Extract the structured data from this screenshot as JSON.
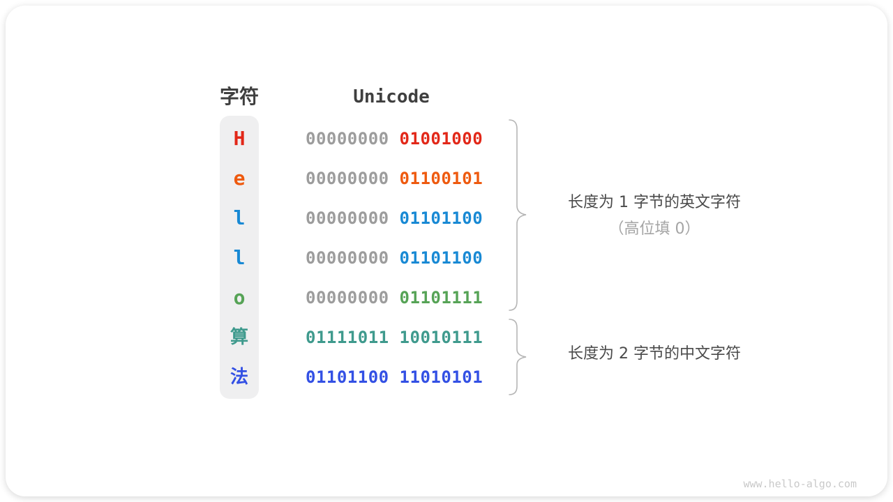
{
  "colors": {
    "text_dark": "#3f3f3f",
    "byte_gray": "#9c9c9c",
    "annotation_dark": "#4a4a4a",
    "annotation_gray": "#a5a5a5",
    "brace": "#b5b5b5",
    "column_bg": "#efeff0",
    "watermark": "#c9c9c9",
    "red": "#e22718",
    "orange": "#ee5a0f",
    "blue": "#1889d4",
    "green": "#56a356",
    "teal": "#3f9a8d",
    "royal_blue": "#3350e4"
  },
  "header": {
    "char_label": "字符",
    "unicode_label": "Unicode"
  },
  "rows": [
    {
      "char": "H",
      "cjk": false,
      "char_color": "#e22718",
      "byte1": "00000000",
      "byte1_color": "#9c9c9c",
      "byte2": "01001000",
      "byte2_color": "#e22718"
    },
    {
      "char": "e",
      "cjk": false,
      "char_color": "#ee5a0f",
      "byte1": "00000000",
      "byte1_color": "#9c9c9c",
      "byte2": "01100101",
      "byte2_color": "#ee5a0f"
    },
    {
      "char": "l",
      "cjk": false,
      "char_color": "#1889d4",
      "byte1": "00000000",
      "byte1_color": "#9c9c9c",
      "byte2": "01101100",
      "byte2_color": "#1889d4"
    },
    {
      "char": "l",
      "cjk": false,
      "char_color": "#1889d4",
      "byte1": "00000000",
      "byte1_color": "#9c9c9c",
      "byte2": "01101100",
      "byte2_color": "#1889d4"
    },
    {
      "char": "o",
      "cjk": false,
      "char_color": "#56a356",
      "byte1": "00000000",
      "byte1_color": "#9c9c9c",
      "byte2": "01101111",
      "byte2_color": "#56a356"
    },
    {
      "char": "算",
      "cjk": true,
      "char_color": "#3f9a8d",
      "byte1": "01111011",
      "byte1_color": "#3f9a8d",
      "byte2": "10010111",
      "byte2_color": "#3f9a8d"
    },
    {
      "char": "法",
      "cjk": true,
      "char_color": "#3350e4",
      "byte1": "01101100",
      "byte1_color": "#3350e4",
      "byte2": "11010101",
      "byte2_color": "#3350e4"
    }
  ],
  "annotations": {
    "english": {
      "line1": "长度为 1 字节的英文字符",
      "line2": "（高位填 0）"
    },
    "chinese": {
      "line1": "长度为 2 字节的中文字符"
    }
  },
  "watermark": "www.hello-algo.com"
}
